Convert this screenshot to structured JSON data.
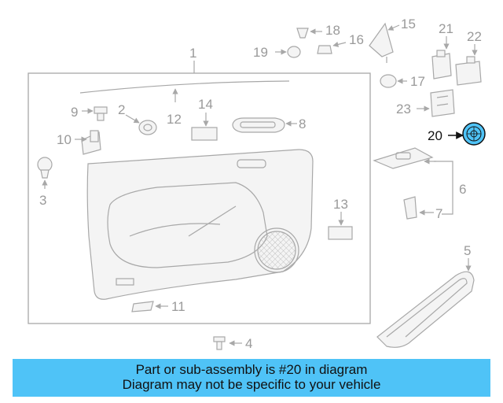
{
  "callouts": {
    "c1": "1",
    "c2": "2",
    "c3": "3",
    "c4": "4",
    "c5": "5",
    "c6": "6",
    "c7": "7",
    "c8": "8",
    "c9": "9",
    "c10": "10",
    "c11": "11",
    "c12": "12",
    "c13": "13",
    "c14": "14",
    "c15": "15",
    "c16": "16",
    "c17": "17",
    "c18": "18",
    "c19": "19",
    "c20": "20",
    "c21": "21",
    "c22": "22",
    "c23": "23"
  },
  "highlight": {
    "part": "20",
    "color": "#4fc3f7"
  },
  "banner": {
    "line1": "Part or sub-assembly is #20 in diagram",
    "line2": "Diagram may not be specific to your vehicle",
    "background": "#4fc3f7"
  }
}
